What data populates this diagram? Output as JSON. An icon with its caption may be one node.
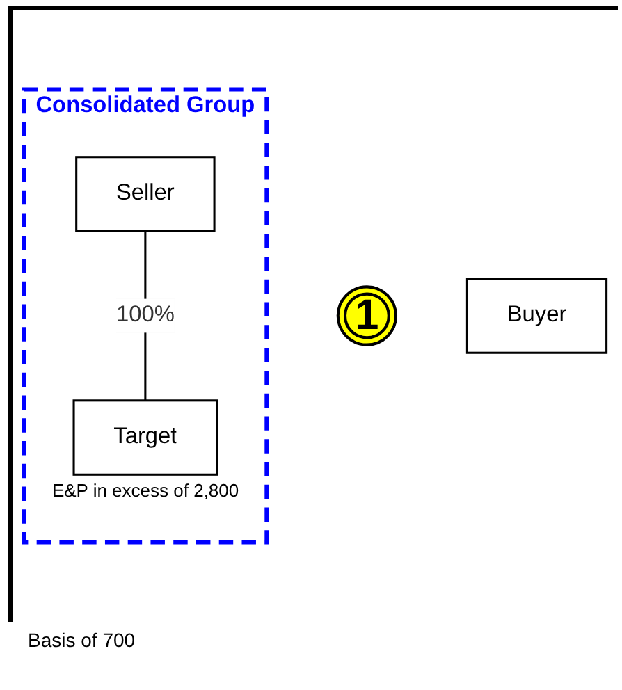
{
  "diagram": {
    "nodes": [
      {
        "text": [
          "Consolidated Group"
        ]
      },
      {
        "text": [
          "1"
        ]
      },
      {
        "text": [
          "Seller"
        ],
        "in": 0
      },
      {
        "text": [
          "Buyer"
        ]
      },
      {
        "text": [
          "Target"
        ],
        "in": 0,
        "beside": [
          "E&P in excess of 2,800"
        ]
      }
    ],
    "edges": [
      {
        "from": 2,
        "to": 4,
        "arrow": "none",
        "label": "100%"
      }
    ],
    "labels": [
      "Basis of 700"
    ]
  }
}
